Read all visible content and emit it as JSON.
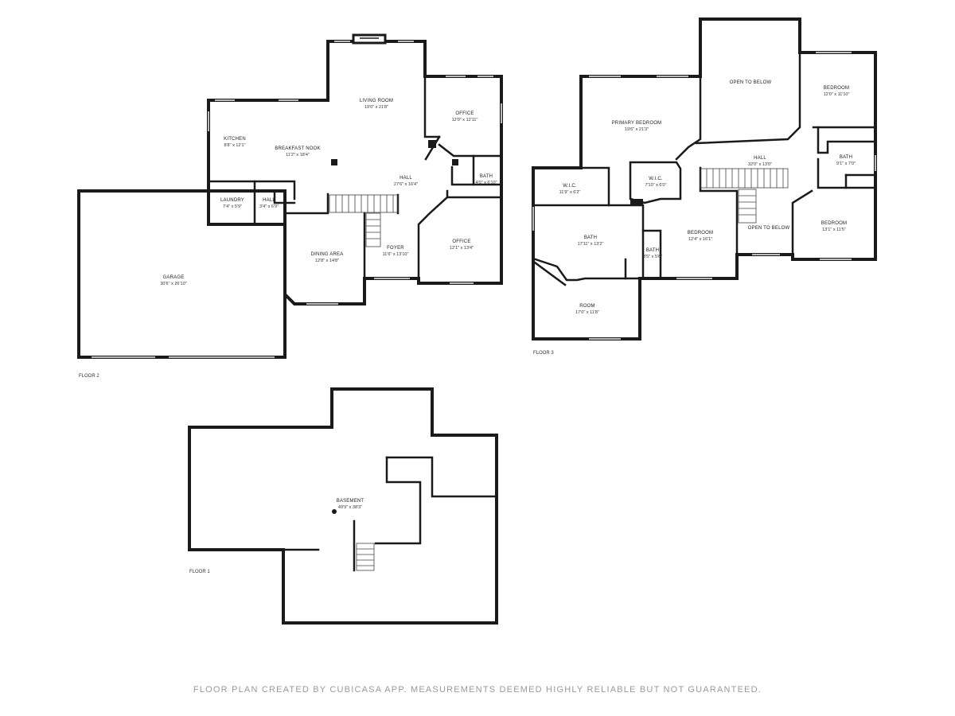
{
  "floors": [
    {
      "label": "FLOOR 2",
      "rooms": [
        {
          "name": "LIVING ROOM",
          "dims": "19'0\" x 21'8\""
        },
        {
          "name": "OFFICE",
          "dims": "12'0\" x 12'11\""
        },
        {
          "name": "KITCHEN",
          "dims": "8'8\" x 12'1\""
        },
        {
          "name": "BREAKFAST NOOK",
          "dims": "11'2\" x 18'4\""
        },
        {
          "name": "HALL",
          "dims": "27'6\" x 16'4\""
        },
        {
          "name": "BATH",
          "dims": "4'0\" x 6'10\""
        },
        {
          "name": "LAUNDRY",
          "dims": "7'4\" x 5'9\""
        },
        {
          "name": "HALL",
          "dims": "3'4\" x 6'9\""
        },
        {
          "name": "GARAGE",
          "dims": "30'6\" x 26'10\""
        },
        {
          "name": "DINING AREA",
          "dims": "12'8\" x 14'8\""
        },
        {
          "name": "FOYER",
          "dims": "11'6\" x 13'10\""
        },
        {
          "name": "OFFICE",
          "dims": "12'1\" x 13'4\""
        }
      ]
    },
    {
      "label": "FLOOR 3",
      "rooms": [
        {
          "name": "OPEN TO BELOW",
          "dims": ""
        },
        {
          "name": "BEDROOM",
          "dims": "12'0\" x 11'10\""
        },
        {
          "name": "PRIMARY BEDROOM",
          "dims": "19'6\" x 21'3\""
        },
        {
          "name": "HALL",
          "dims": "32'0\" x 13'0\""
        },
        {
          "name": "BATH",
          "dims": "9'1\" x 7'0\""
        },
        {
          "name": "W.I.C.",
          "dims": "11'9\" x 6'2\""
        },
        {
          "name": "W.I.C.",
          "dims": "7'10\" x 6'0\""
        },
        {
          "name": "BATH",
          "dims": "17'11\" x 13'2\""
        },
        {
          "name": "BEDROOM",
          "dims": "12'4\" x 16'1\""
        },
        {
          "name": "BATH",
          "dims": "3'5\" x 5'6\""
        },
        {
          "name": "OPEN TO BELOW",
          "dims": ""
        },
        {
          "name": "BEDROOM",
          "dims": "13'1\" x 11'5\""
        },
        {
          "name": "ROOM",
          "dims": "17'0\" x 11'8\""
        }
      ]
    },
    {
      "label": "FLOOR 1",
      "rooms": [
        {
          "name": "BASEMENT",
          "dims": "49'9\" x 38'3\""
        }
      ]
    }
  ],
  "footer": "FLOOR PLAN CREATED BY CUBICASA APP. MEASUREMENTS DEEMED HIGHLY RELIABLE BUT NOT GUARANTEED."
}
